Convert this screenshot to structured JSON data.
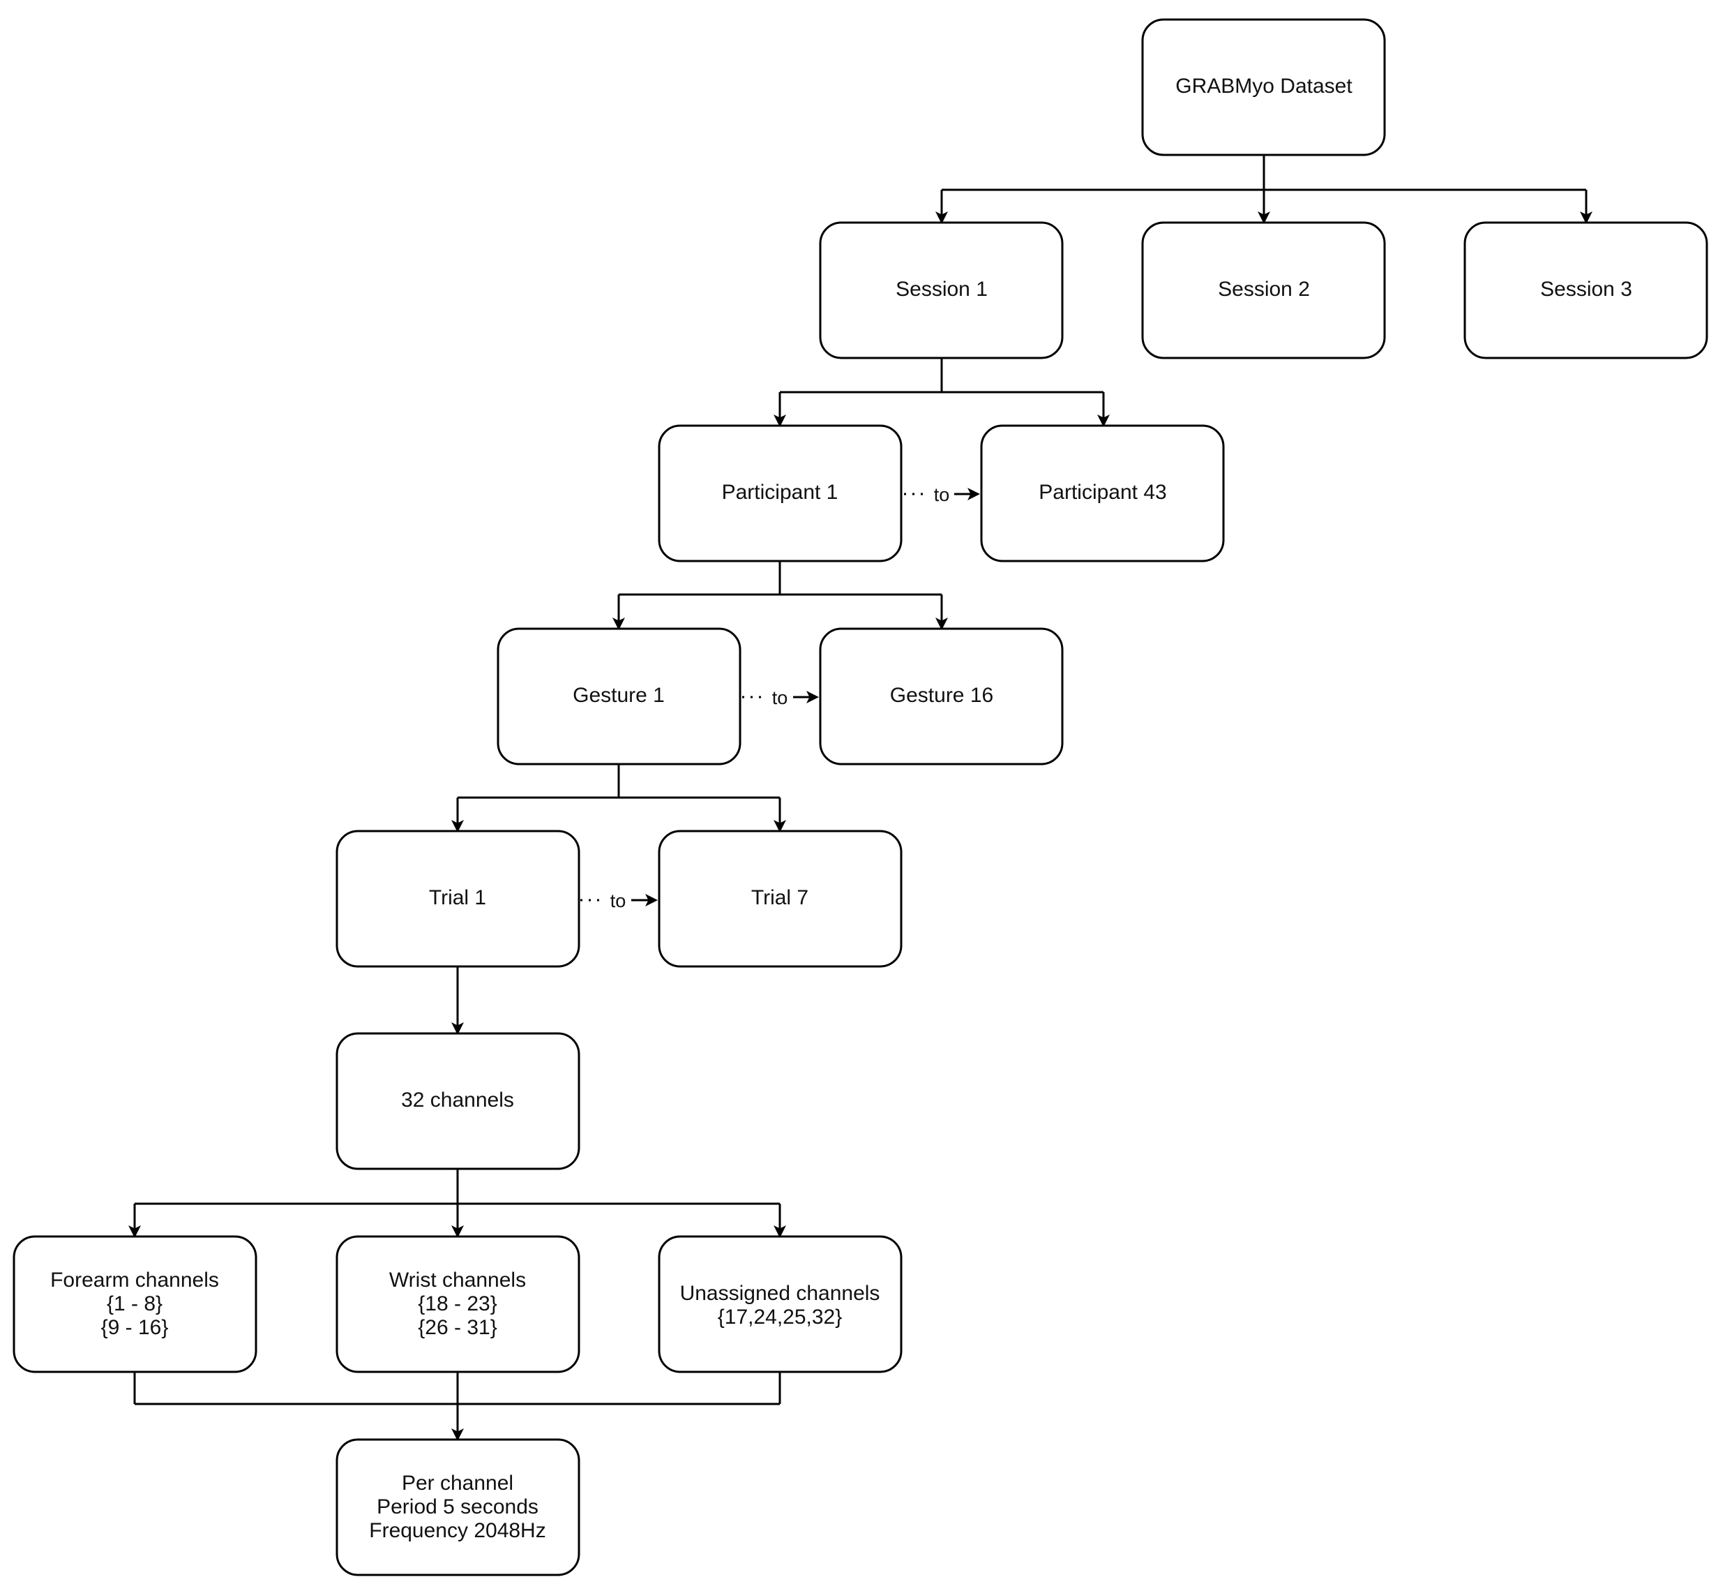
{
  "diagram": {
    "nodes": {
      "root": {
        "lines": [
          "GRABMyo Dataset"
        ]
      },
      "session_1": {
        "lines": [
          "Session 1"
        ]
      },
      "session_2": {
        "lines": [
          "Session 2"
        ]
      },
      "session_3": {
        "lines": [
          "Session 3"
        ]
      },
      "participant_1": {
        "lines": [
          "Participant 1"
        ]
      },
      "participant_43": {
        "lines": [
          "Participant 43"
        ]
      },
      "gesture_1": {
        "lines": [
          "Gesture 1"
        ]
      },
      "gesture_16": {
        "lines": [
          "Gesture 16"
        ]
      },
      "trial_1": {
        "lines": [
          "Trial 1"
        ]
      },
      "trial_7": {
        "lines": [
          "Trial 7"
        ]
      },
      "channels_32": {
        "lines": [
          "32 channels"
        ]
      },
      "forearm": {
        "lines": [
          "Forearm channels",
          "{1 - 8}",
          "{9 - 16}"
        ]
      },
      "wrist": {
        "lines": [
          "Wrist channels",
          "{18 - 23}",
          "{26 - 31}"
        ]
      },
      "unassigned": {
        "lines": [
          "Unassigned channels",
          "{17,24,25,32}"
        ]
      },
      "per_channel": {
        "lines": [
          "Per channel",
          "Period 5 seconds",
          "Frequency 2048Hz"
        ]
      }
    },
    "range_connectors": {
      "participants": "to",
      "gestures": "to",
      "trials": "to"
    }
  }
}
